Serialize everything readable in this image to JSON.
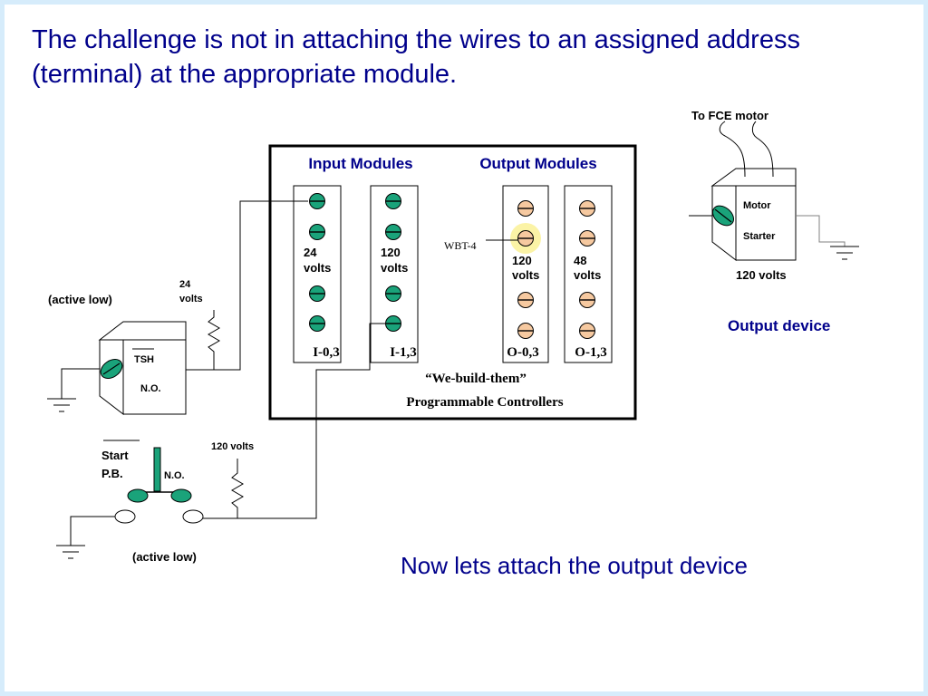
{
  "slide": {
    "title": "The challenge is not in attaching the wires to an assigned address (terminal) at the appropriate module.",
    "caption": "Now lets attach the output device"
  },
  "controller": {
    "input_header": "Input Modules",
    "output_header": "Output Modules",
    "brand": "“We-build-them”",
    "name": "Programmable Controllers",
    "modules": [
      {
        "id": "I-0,3",
        "volts": [
          "24",
          "volts"
        ]
      },
      {
        "id": "I-1,3",
        "volts": [
          "120",
          "volts"
        ]
      },
      {
        "id": "O-0,3",
        "volts": [
          "120",
          "volts"
        ]
      },
      {
        "id": "O-1,3",
        "volts": [
          "48",
          "volts"
        ]
      }
    ],
    "wbt_label": "WBT-4"
  },
  "input_device_tsh": {
    "label": "TSH",
    "state": "N.O.",
    "note": "(active low)",
    "supply": [
      "24",
      "volts"
    ]
  },
  "input_device_pb": {
    "label": [
      "Start",
      "P.B."
    ],
    "state": "N.O.",
    "note": "(active low)",
    "supply": "120 volts"
  },
  "output_device": {
    "feed": "To FCE motor",
    "label": [
      "Motor",
      "Starter"
    ],
    "supply": "120  volts",
    "caption": "Output device"
  },
  "colors": {
    "title": "#00008b",
    "terminal_input": "#1aa37a",
    "terminal_output": "#f6c9a0",
    "highlight": "#fbf3a6",
    "frame": "#d6ecfb"
  }
}
